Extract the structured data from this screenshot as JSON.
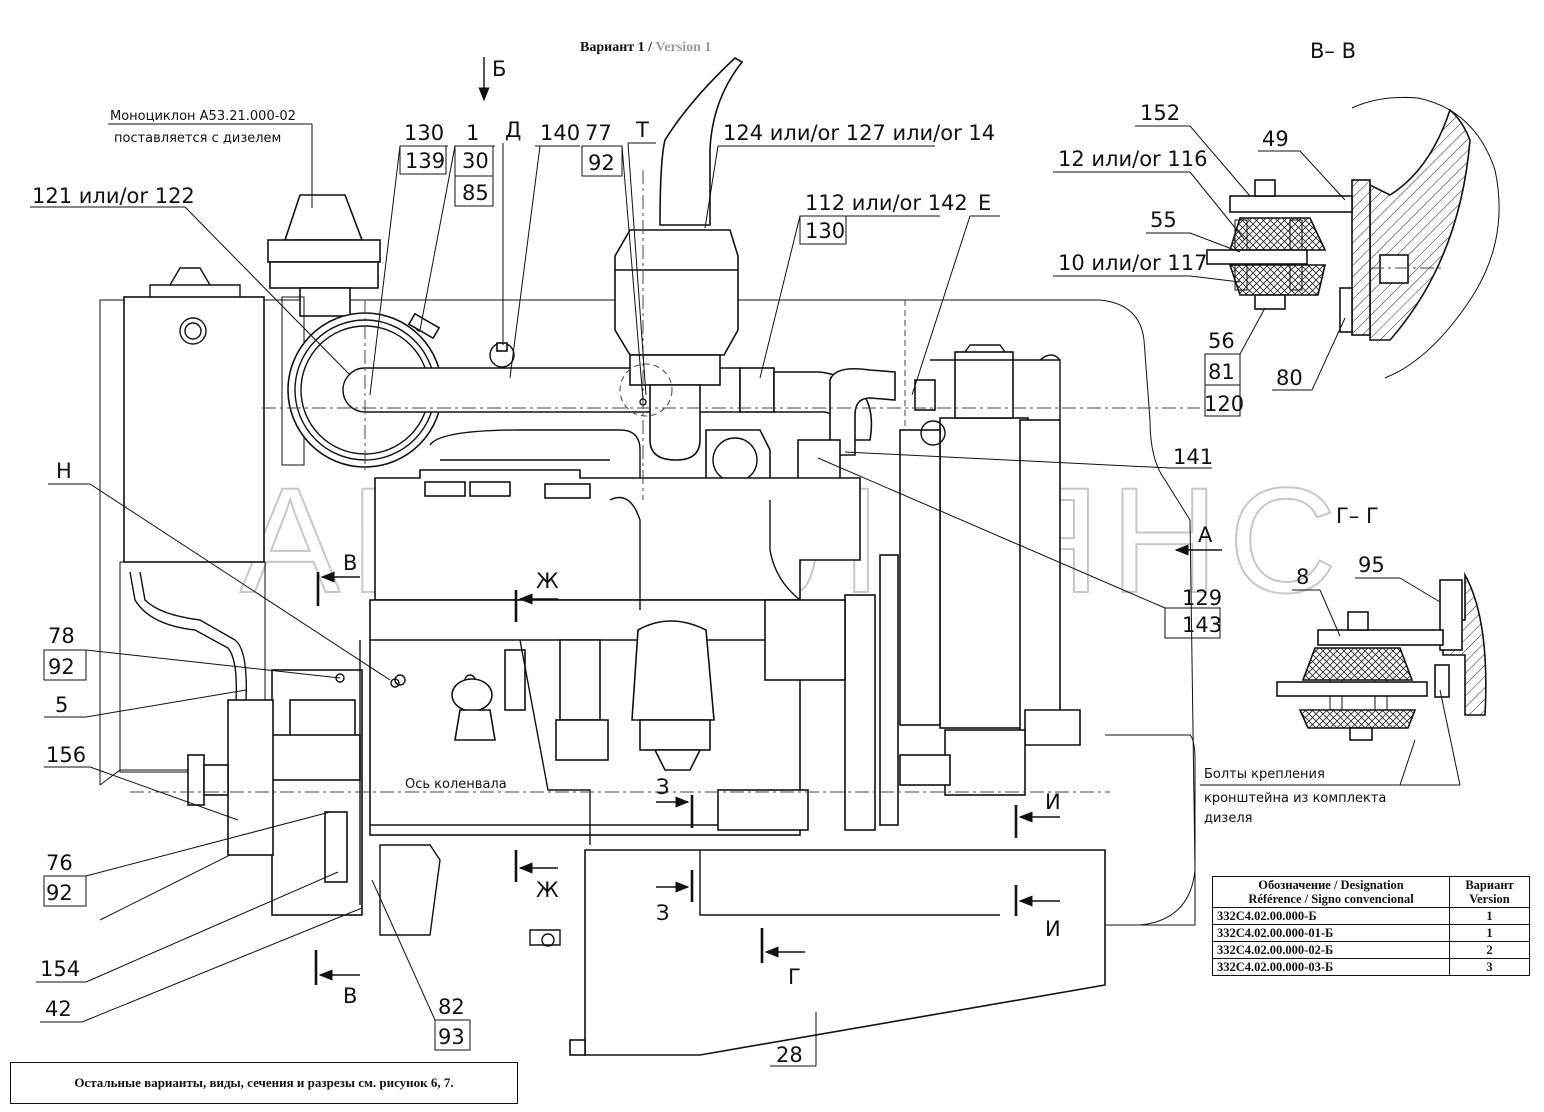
{
  "header": {
    "variant_label": "Вариант 1 / ",
    "variant_label_gray": "Version 1"
  },
  "watermark": "АВТОАЛЬЯНС",
  "section_titles": {
    "bb": "В– В",
    "gg": "Г– Г"
  },
  "callouts": {
    "monocyclone_line1": "Моноциклон А53.21.000-02",
    "monocyclone_line2": "поставляется с дизелем",
    "c121": "121 или/or 122",
    "c130a": "130",
    "c139": "139",
    "c1": "1",
    "c30": "30",
    "c85": "85",
    "cD": "Д",
    "c140": "140",
    "c77": "77",
    "c92a": "92",
    "cT": "Т",
    "c124": "124 или/or 127 или/or 14",
    "c112": "112 или/or 142",
    "c130b": "130",
    "cE": "Е",
    "c141": "141",
    "c129": "129",
    "c143": "143",
    "cH": "Н",
    "c78": "78",
    "c92b": "92",
    "c5": "5",
    "c156": "156",
    "c76": "76",
    "c92c": "92",
    "c154": "154",
    "c42": "42",
    "c82": "82",
    "c93": "93",
    "c28": "28",
    "crankshaft_axis": "Ось коленвала",
    "bb_152": "152",
    "bb_49": "49",
    "bb_12": "12 или/or 116",
    "bb_55": "55",
    "bb_10": "10 или/or 117",
    "bb_56": "56",
    "bb_81": "81",
    "bb_120": "120",
    "bb_80": "80",
    "gg_8": "8",
    "gg_95": "95",
    "bolts_line1": "Болты крепления",
    "bolts_line2": "кронштейна из комплекта",
    "bolts_line3": "дизеля"
  },
  "section_marks": {
    "B": "Б",
    "V": "В",
    "Zh": "Ж",
    "Z": "З",
    "I": "И",
    "G": "Г",
    "A": "А"
  },
  "variant_table": {
    "header_designation_line1": "Обозначение / Designation",
    "header_designation_line2": "Référence / Signo convencional",
    "header_variant_line1": "Вариант",
    "header_variant_line2": "Version",
    "rows": [
      {
        "designation": "332С4.02.00.000-Б",
        "variant": "1"
      },
      {
        "designation": "332С4.02.00.000-01-Б",
        "variant": "1"
      },
      {
        "designation": "332С4.02.00.000-02-Б",
        "variant": "2"
      },
      {
        "designation": "332С4.02.00.000-03-Б",
        "variant": "3"
      }
    ]
  },
  "footnote": "Остальные варианты, виды, сечения и разрезы см. рисунок 6, 7."
}
